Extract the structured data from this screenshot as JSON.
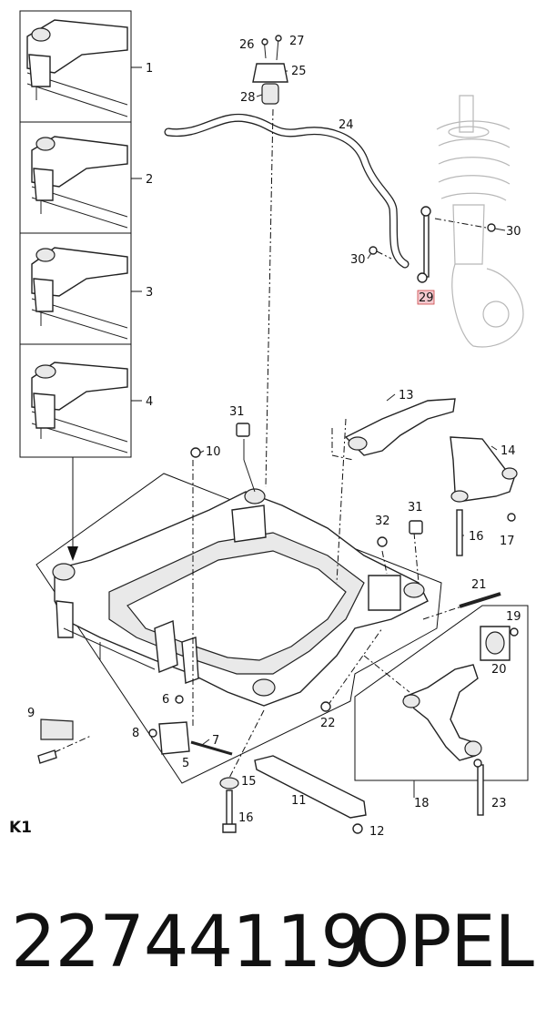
{
  "diagram": {
    "section_label": "K1",
    "variant_labels": [
      "1",
      "2",
      "3",
      "4"
    ],
    "callouts": {
      "c5": "5",
      "c6": "6",
      "c7": "7",
      "c8": "8",
      "c9": "9",
      "c10": "10",
      "c11": "11",
      "c12": "12",
      "c13": "13",
      "c14": "14",
      "c15": "15",
      "c16a": "16",
      "c16b": "16",
      "c17": "17",
      "c18": "18",
      "c19": "19",
      "c20": "20",
      "c21": "21",
      "c22": "22",
      "c23": "23",
      "c24": "24",
      "c25": "25",
      "c26": "26",
      "c27": "27",
      "c28": "28",
      "c29": "29",
      "c30a": "30",
      "c30b": "30",
      "c31a": "31",
      "c31b": "31",
      "c32": "32"
    },
    "highlight_color": "#f4c9cf"
  },
  "footer": {
    "part_number": "22744119",
    "brand": "OPEL"
  }
}
